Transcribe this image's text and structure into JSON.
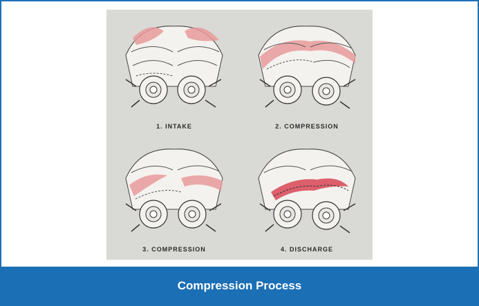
{
  "title": "Compression Process",
  "stages": [
    {
      "label": "1. INTAKE",
      "highlight": "intake"
    },
    {
      "label": "2. COMPRESSION",
      "highlight": "compression-early"
    },
    {
      "label": "3. COMPRESSION",
      "highlight": "compression-late"
    },
    {
      "label": "4. DISCHARGE",
      "highlight": "discharge"
    }
  ],
  "colors": {
    "accent": "#1b6fb5",
    "figure_background": "#d9d9d6",
    "gas_highlight": "#e89a9a",
    "gas_highlight_strong": "#d94f5c"
  }
}
